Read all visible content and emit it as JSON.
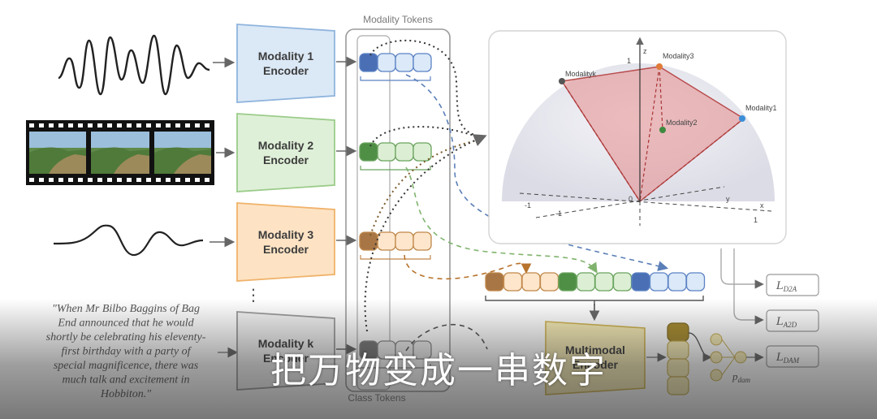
{
  "labels": {
    "modality_tokens": "Modality Tokens",
    "class_tokens": "Class Tokens",
    "dots": "⋮",
    "p_dam": "p",
    "p_dam_sub": "dam"
  },
  "encoders": [
    {
      "line1": "Modality 1",
      "line2": "Encoder",
      "fill": "#dbe8f6",
      "stroke": "#8fb4dd",
      "token_dark": "#4a6fb5",
      "token_light": "#dbe9f8",
      "token_stroke": "#5b82c4"
    },
    {
      "line1": "Modality 2",
      "line2": "Encoder",
      "fill": "#dff0d8",
      "stroke": "#9bcc8a",
      "token_dark": "#4e8f45",
      "token_light": "#dcefd4",
      "token_stroke": "#6aa35e"
    },
    {
      "line1": "Modality 3",
      "line2": "Encoder",
      "fill": "#fde3c4",
      "stroke": "#f0b26a",
      "token_dark": "#a87645",
      "token_light": "#fde6cc",
      "token_stroke": "#c0884a"
    },
    {
      "line1": "Modality k",
      "line2": "Encoder",
      "fill": "#f2f2f2",
      "stroke": "#9a9a9a",
      "token_dark": "#777777",
      "token_light": "#eeeeee",
      "token_stroke": "#888888"
    }
  ],
  "quote": [
    "\"When Mr Bilbo Baggins of Bag",
    "End announced that he would",
    "shortly be celebrating his eleventy-",
    "first birthday with a party of",
    "special magnificence, there was",
    "much talk and excitement in",
    "Hobbiton.\""
  ],
  "sphere": {
    "vertices": [
      "Modality3",
      "Modalityk",
      "Modality2",
      "Modality1"
    ],
    "axes": {
      "z": "z",
      "y": "y",
      "x": "x"
    },
    "ticks": {
      "z_one": "1",
      "x_one": "1",
      "y_neg_one": "-1",
      "x_neg_one": "-1",
      "origin": "0"
    }
  },
  "multimodal_encoder": {
    "line1": "Multimodal",
    "line2": "Encoder"
  },
  "losses": [
    {
      "name": "L",
      "sub": "D2A"
    },
    {
      "name": "L",
      "sub": "A2D"
    },
    {
      "name": "L",
      "sub": "DAM"
    }
  ],
  "caption": "把万物变成一串数字",
  "colors": {
    "blue": "#5b82c4",
    "green": "#6aa35e",
    "orange": "#c0884a",
    "gray": "#888888",
    "triangle": "#e38c8c",
    "gold": "#b69a3e"
  }
}
